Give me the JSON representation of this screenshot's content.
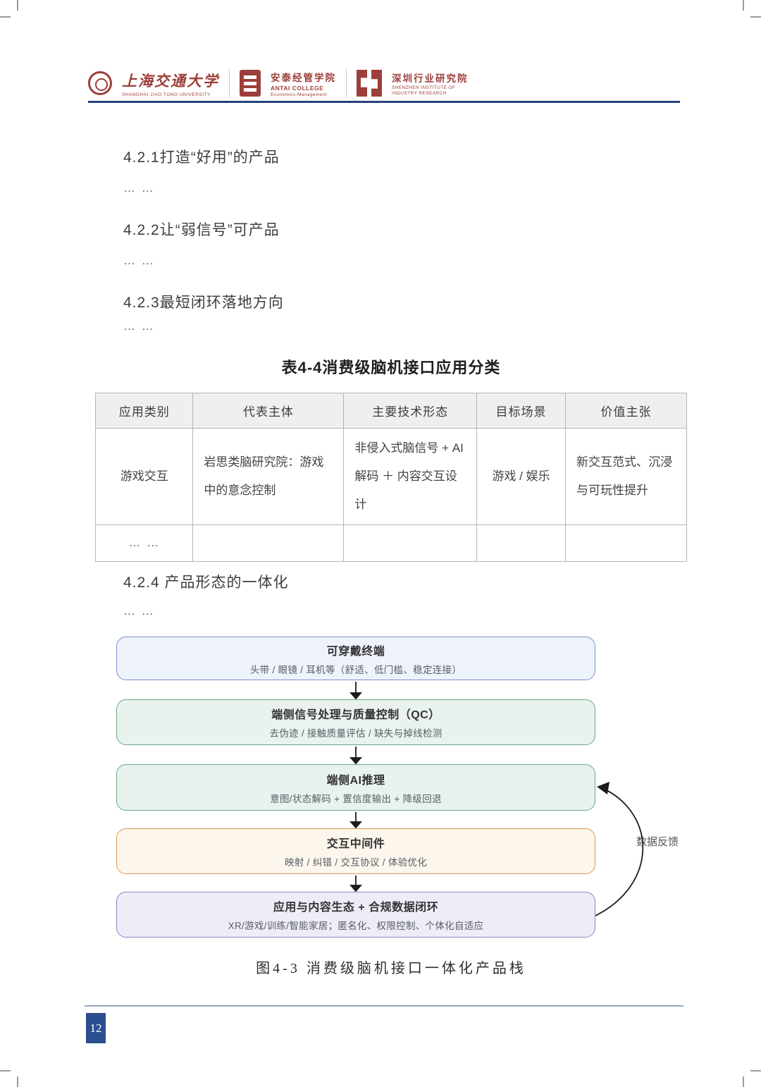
{
  "header": {
    "university": {
      "name_cn": "上海交通大学",
      "name_en": "SHANGHAI JIAO TONG UNIVERSITY"
    },
    "college": {
      "name_cn": "安泰经管学院",
      "name_en": "ANTAI COLLEGE",
      "sub": "Economics-Management"
    },
    "institute": {
      "name_cn": "深圳行业研究院",
      "name_en_1": "SHENZHEN INSTITUTE OF",
      "name_en_2": "INDUSTRY RESEARCH"
    }
  },
  "sections": [
    {
      "title": "4.2.1打造“好用”的产品",
      "ellipsis": "… …"
    },
    {
      "title": "4.2.2让“弱信号”可产品",
      "ellipsis": "… …"
    },
    {
      "title": "4.2.3最短闭环落地方向",
      "ellipsis": "… …"
    },
    {
      "title": "4.2.4 产品形态的一体化",
      "ellipsis": "… …"
    }
  ],
  "table": {
    "title": "表4-4消费级脑机接口应用分类",
    "headers": [
      "应用类别",
      "代表主体",
      "主要技术形态",
      "目标场景",
      "价值主张"
    ],
    "rows": [
      [
        "游戏交互",
        "岩思类脑研究院：游戏中的意念控制",
        "非侵入式脑信号 + AI解码 ＋ 内容交互设计",
        "游戏 / 娱乐",
        "新交互范式、沉浸与可玩性提升"
      ],
      [
        "… …",
        "",
        "",
        "",
        ""
      ]
    ]
  },
  "diagram": {
    "boxes": [
      {
        "title": "可穿戴终端",
        "subtitle": "头带 / 眼镜 / 耳机等（舒适、低门槛、稳定连接）",
        "theme": "blue"
      },
      {
        "title": "端侧信号处理与质量控制（QC）",
        "subtitle": "去伪迹 / 接触质量评估 / 缺失与掉线检测",
        "theme": "green"
      },
      {
        "title": "端侧AI推理",
        "subtitle": "意图/状态解码 + 置信度输出 + 降级回退",
        "theme": "green"
      },
      {
        "title": "交互中间件",
        "subtitle": "映射 / 纠错 / 交互协议 / 体验优化",
        "theme": "orange"
      },
      {
        "title": "应用与内容生态 + 合规数据闭环",
        "subtitle": "XR/游戏/训练/智能家居；匿名化、权限控制、个体化自适应",
        "theme": "purple"
      }
    ],
    "feedback_label": "数据反馈",
    "caption": "图4-3 消费级脑机接口一体化产品栈"
  },
  "footer": {
    "page_number": "12"
  },
  "colors": {
    "brand_red": "#9c3f3a",
    "header_rule": "#26427c",
    "box_blue_fill": "#eef2fb",
    "box_blue_border": "#7b93c9",
    "box_green_fill": "#e9f2ed",
    "box_green_border": "#6aa883",
    "box_orange_fill": "#fdf6ec",
    "box_orange_border": "#d99a4e",
    "box_purple_fill": "#efecf7",
    "box_purple_border": "#8f84c0",
    "footer_rule": "#a3b0ca",
    "page_num_bg": "#2b4e90"
  }
}
